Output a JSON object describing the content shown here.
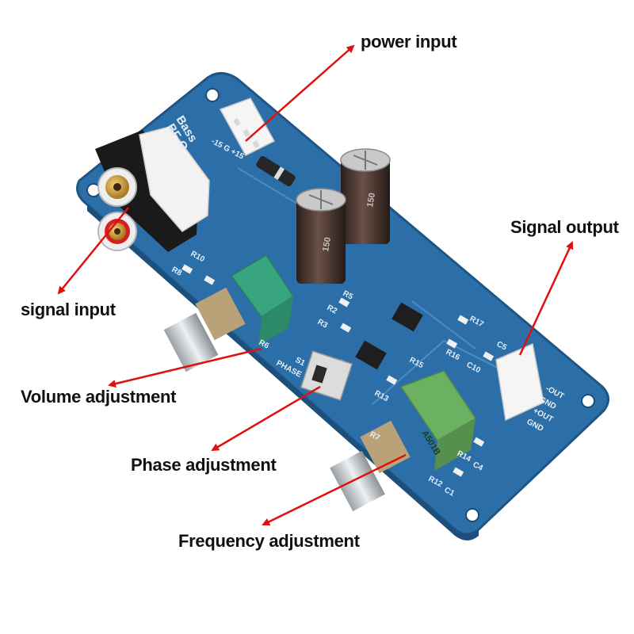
{
  "colors": {
    "board": "#2c6fa8",
    "board_edge": "#1f5585",
    "silkscreen": "#e8eef5",
    "arrow": "#e01010",
    "label_text": "#111111"
  },
  "callouts": {
    "power_input": "power input",
    "signal_output": "Signal output",
    "signal_input": "signal input",
    "volume_adjustment": "Volume adjustment",
    "phase_adjustment": "Phase adjustment",
    "frequency_adjustment": "Frequency adjustment"
  },
  "silkscreen": {
    "board_name_1": "Bass",
    "board_name_2": "BF-O",
    "power_pins": "-15 G +15",
    "phase": "PHASE",
    "s1": "S1",
    "r10": "R10",
    "r8": "R8",
    "r6": "R6",
    "r7": "R7",
    "r3": "R3",
    "r2": "R2",
    "r5": "R5",
    "r16": "R16",
    "r17": "R17",
    "r15": "R15",
    "r13": "R13",
    "r14": "R14",
    "r12": "R12",
    "c1": "C1",
    "c4": "C4",
    "c5": "C5",
    "c10": "C10",
    "out_minus": "-OUT",
    "gnd_1": "GND",
    "out_plus": "+OUT",
    "gnd_2": "GND",
    "cap_value": "150",
    "pot_code": "A501B"
  },
  "icons": {
    "arrow": "red-arrow-icon",
    "pot_knob": "potentiometer-shaft-icon"
  }
}
